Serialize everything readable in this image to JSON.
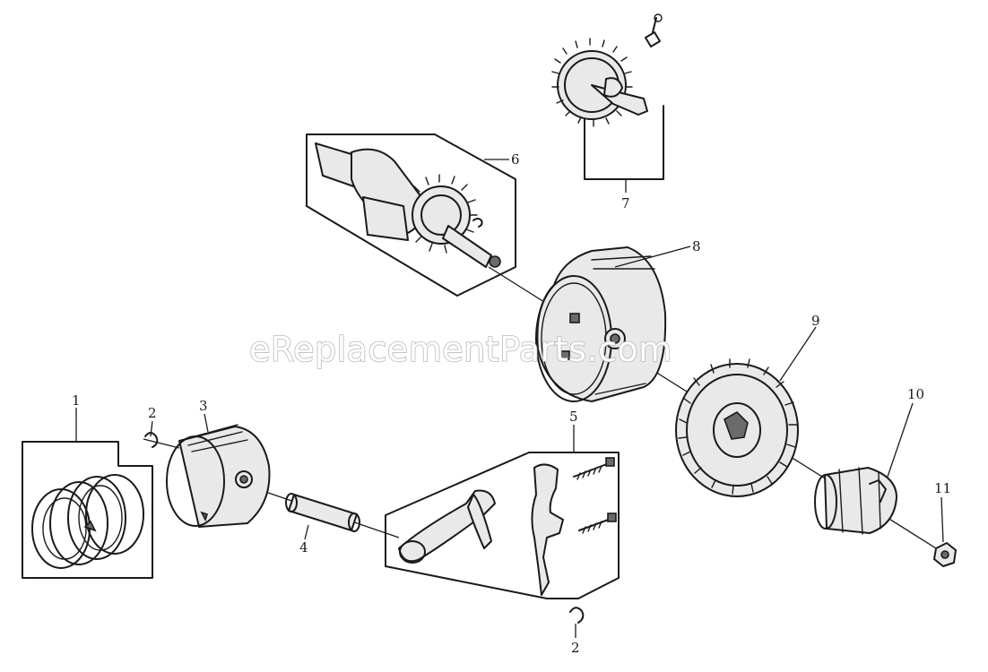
{
  "watermark": "eReplacementParts.com",
  "callouts": {
    "c1": "1",
    "c2a": "2",
    "c2b": "2",
    "c3": "3",
    "c4": "4",
    "c5": "5",
    "c6": "6",
    "c7": "7",
    "c8": "8",
    "c9": "9",
    "c10": "10",
    "c11": "11"
  },
  "parts": [
    {
      "ref": "1",
      "icon": "piston-rings-icon"
    },
    {
      "ref": "2",
      "icon": "circlip-icon"
    },
    {
      "ref": "3",
      "icon": "piston-icon"
    },
    {
      "ref": "4",
      "icon": "piston-pin-icon"
    },
    {
      "ref": "5",
      "icon": "connecting-rod-icon"
    },
    {
      "ref": "6",
      "icon": "crankshaft-icon"
    },
    {
      "ref": "7",
      "icon": "camshaft-icon"
    },
    {
      "ref": "8",
      "icon": "magneto-flywheel-housing-icon"
    },
    {
      "ref": "9",
      "icon": "flywheel-fan-icon"
    },
    {
      "ref": "10",
      "icon": "starter-cup-icon"
    },
    {
      "ref": "11",
      "icon": "flywheel-nut-icon"
    }
  ],
  "colors": {
    "ink": "#1a1a1a",
    "background": "#ffffff",
    "watermark_outline": "#b9b9b9"
  }
}
